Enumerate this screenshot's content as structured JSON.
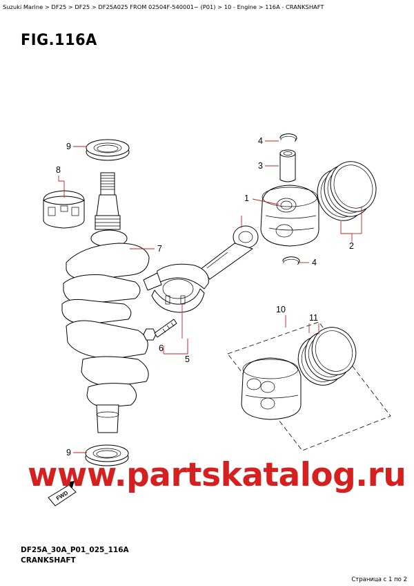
{
  "breadcrumb": "Suzuki Marine > DF25 > DF25 > DF25A025 FROM 02504F-540001~ (P01) > 10 - Engine > 116A - CRANKSHAFT",
  "figure": {
    "title": "FIG.116A"
  },
  "callouts": {
    "c1": "1",
    "c2": "2",
    "c3": "3",
    "c4a": "4",
    "c4b": "4",
    "c5": "5",
    "c6": "6",
    "c7": "7",
    "c8": "8",
    "c9a": "9",
    "c9b": "9",
    "c10": "10",
    "c11": "11"
  },
  "fwd_label": "FWD",
  "watermark": "www.partskatalog.ru",
  "footer": {
    "code": "DF25A_30A_P01_025_116A",
    "name": "CRANKSHAFT"
  },
  "page_indicator": "Страница с 1 по 2",
  "colors": {
    "leader": "#c81e1e",
    "watermark": "#d61f1f",
    "ink": "#000000"
  }
}
